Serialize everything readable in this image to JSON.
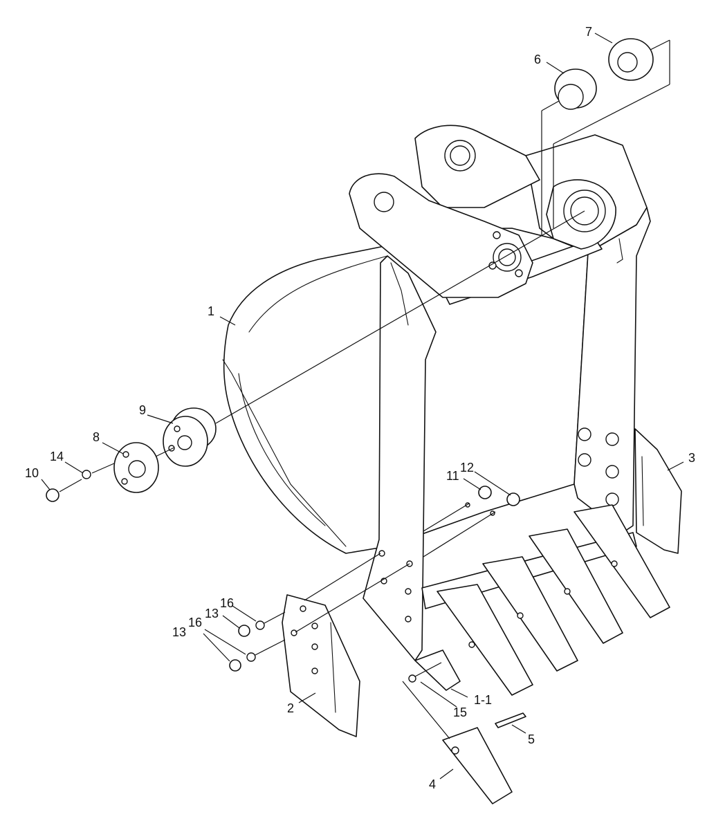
{
  "callouts": {
    "c1": "1",
    "c1_1": "1-1",
    "c2": "2",
    "c3": "3",
    "c4": "4",
    "c5": "5",
    "c6": "6",
    "c7": "7",
    "c8": "8",
    "c9": "9",
    "c10": "10",
    "c11": "11",
    "c12": "12",
    "c13a": "13",
    "c13b": "13",
    "c14": "14",
    "c15": "15",
    "c16a": "16",
    "c16b": "16"
  }
}
